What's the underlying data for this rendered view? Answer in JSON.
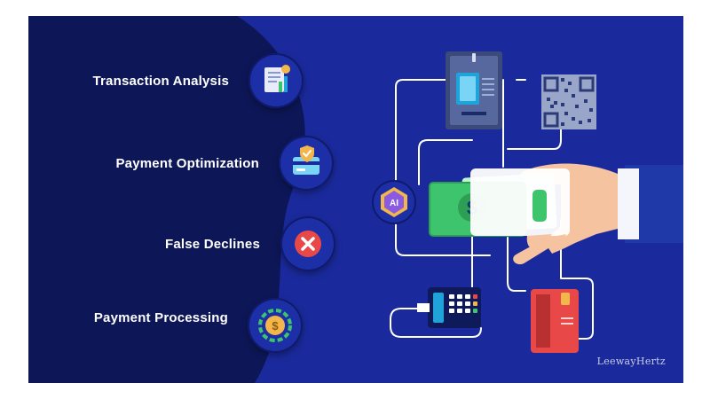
{
  "items": [
    {
      "label": "Transaction Analysis",
      "icon": "analysis-chart-icon"
    },
    {
      "label": "Payment Optimization",
      "icon": "payment-card-shield-icon"
    },
    {
      "label": "False Declines",
      "icon": "decline-x-icon"
    },
    {
      "label": "Payment Processing",
      "icon": "coin-processing-icon"
    }
  ],
  "ai_badge": "AI",
  "currency_symbol": "$",
  "watermark": "LeewayHertz",
  "colors": {
    "dark_navy": "#0d1757",
    "blue": "#1a2a9c",
    "green": "#3ec46d",
    "skin": "#f6c3a0",
    "red": "#e84848"
  }
}
